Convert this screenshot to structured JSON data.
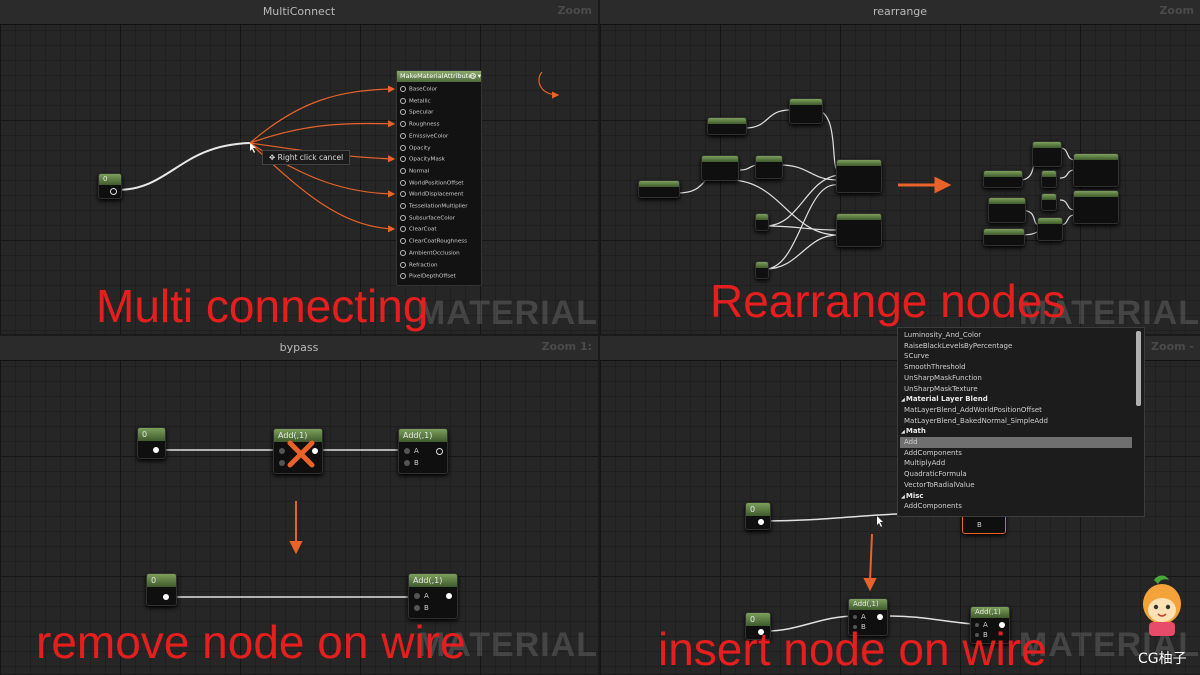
{
  "panels": {
    "multiconnect": {
      "title": "MultiConnect",
      "zoom": "Zoom",
      "watermark": "MATERIAL",
      "caption": "Multi connecting",
      "const_node_value": "0",
      "tooltip": "Right click cancel",
      "material_node": {
        "title": "MakeMaterialAttributes",
        "inputs": [
          "BaseColor",
          "Metallic",
          "Specular",
          "Roughness",
          "EmissiveColor",
          "Opacity",
          "OpacityMask",
          "Normal",
          "WorldPositionOffset",
          "WorldDisplacement",
          "TessellationMultiplier",
          "SubsurfaceColor",
          "ClearCoat",
          "ClearCoatRoughness",
          "AmbientOcclusion",
          "Refraction",
          "PixelDepthOffset"
        ]
      }
    },
    "rearrange": {
      "title": "rearrange",
      "zoom": "Zoom",
      "watermark": "MATERIAL",
      "caption": "Rearrange nodes"
    },
    "bypass": {
      "title": "bypass",
      "zoom": "Zoom 1:",
      "watermark": "MATERIAL",
      "caption": "remove node on wire",
      "const_value": "0",
      "add_node_title": "Add(,1)",
      "pin_a": "A",
      "pin_b": "B"
    },
    "insert": {
      "title": "i",
      "zoom": "Zoom -",
      "watermark": "MATERIAL",
      "caption": "insert node on wire",
      "const_value": "0",
      "add_node_title": "Add(,1)",
      "pin_a": "A",
      "pin_b": "B",
      "menu": {
        "items": [
          {
            "label": "Luminosity_And_Color",
            "type": "item"
          },
          {
            "label": "RaiseBlackLevelsByPercentage",
            "type": "item"
          },
          {
            "label": "SCurve",
            "type": "item"
          },
          {
            "label": "SmoothThreshold",
            "type": "item"
          },
          {
            "label": "UnSharpMaskFunction",
            "type": "item"
          },
          {
            "label": "UnSharpMaskTexture",
            "type": "item"
          },
          {
            "label": "Material Layer Blend",
            "type": "category"
          },
          {
            "label": "MatLayerBlend_AddWorldPositionOffset",
            "type": "item"
          },
          {
            "label": "MatLayerBlend_BakedNormal_SimpleAdd",
            "type": "item"
          },
          {
            "label": "Math",
            "type": "category"
          },
          {
            "label": "Add",
            "type": "item",
            "selected": true
          },
          {
            "label": "AddComponents",
            "type": "item"
          },
          {
            "label": "MultiplyAdd",
            "type": "item"
          },
          {
            "label": "QuadraticFormula",
            "type": "item"
          },
          {
            "label": "VectorToRadialValue",
            "type": "item"
          },
          {
            "label": "Misc",
            "type": "category"
          },
          {
            "label": "AddComponents",
            "type": "item"
          }
        ]
      }
    }
  },
  "logo_text": "CG柚子",
  "colors": {
    "caption": "#e61e1e",
    "wire_orange": "#e8622a",
    "node_header": "#5c7d42",
    "menu_highlight": "#6f6f6f"
  }
}
